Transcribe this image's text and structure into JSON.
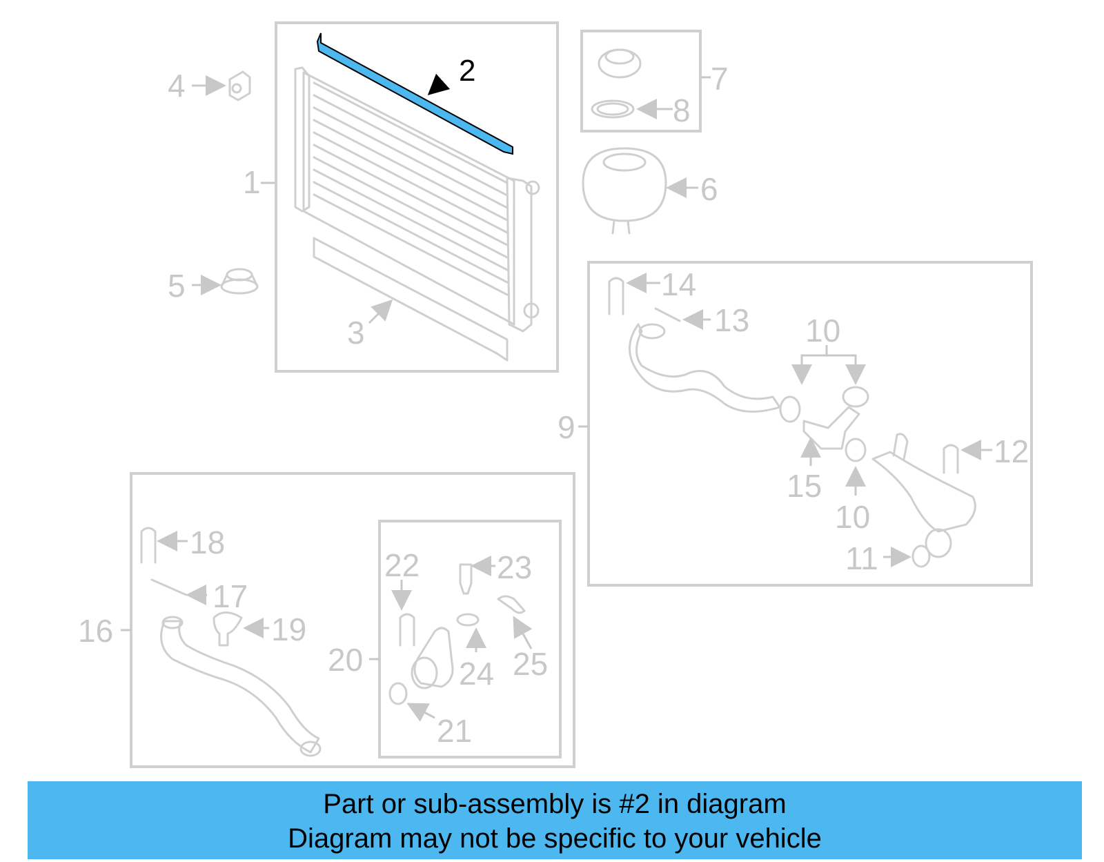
{
  "diagram": {
    "highlight_color": "#4db8f0",
    "highlighted_part": "2",
    "callouts": [
      "1",
      "2",
      "3",
      "4",
      "5",
      "6",
      "7",
      "8",
      "9",
      "10",
      "10",
      "10",
      "11",
      "12",
      "13",
      "14",
      "15",
      "16",
      "17",
      "18",
      "19",
      "20",
      "21",
      "22",
      "23",
      "24",
      "25"
    ]
  },
  "banner": {
    "line1": "Part or sub-assembly is #2 in diagram",
    "line2": "Diagram may not be specific to your vehicle",
    "background": "#4db8f0"
  }
}
